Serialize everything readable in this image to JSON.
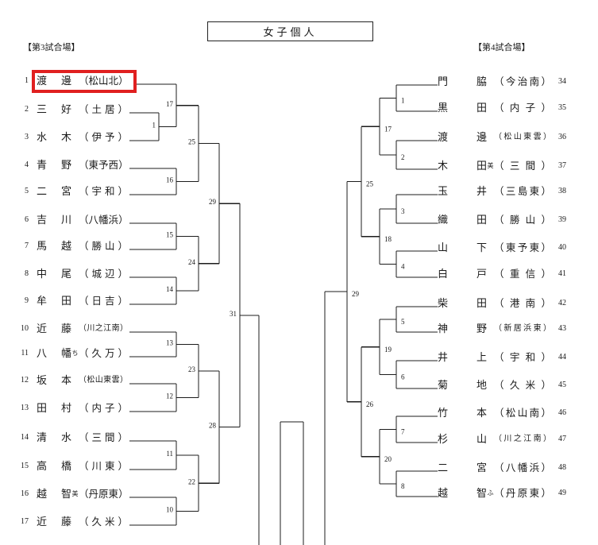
{
  "title": "女子個人",
  "left_venue_label": "【第3試合場】",
  "right_venue_label": "【第4試合場】",
  "highlight_color": "#e02020",
  "line_color": "#1c1c1c",
  "left_entries": [
    {
      "seed": "1",
      "name": "渡邊",
      "small": "",
      "school": "（松山北）",
      "highlighted": true
    },
    {
      "seed": "2",
      "name": "三好",
      "small": "",
      "school": "（土居）",
      "highlighted": false
    },
    {
      "seed": "3",
      "name": "水木",
      "small": "",
      "school": "（伊予）",
      "highlighted": false
    },
    {
      "seed": "4",
      "name": "青野",
      "small": "",
      "school": "（東予西）",
      "highlighted": false
    },
    {
      "seed": "5",
      "name": "二宮",
      "small": "",
      "school": "（宇和）",
      "highlighted": false
    },
    {
      "seed": "6",
      "name": "吉川",
      "small": "",
      "school": "（八幡浜）",
      "highlighted": false
    },
    {
      "seed": "7",
      "name": "馬越",
      "small": "",
      "school": "（勝山）",
      "highlighted": false
    },
    {
      "seed": "8",
      "name": "中尾",
      "small": "",
      "school": "（城辺）",
      "highlighted": false
    },
    {
      "seed": "9",
      "name": "牟田",
      "small": "",
      "school": "（日吉）",
      "highlighted": false
    },
    {
      "seed": "10",
      "name": "近藤",
      "small": "",
      "school": "（川之江南）",
      "highlighted": false
    },
    {
      "seed": "11",
      "name": "八幡",
      "small": "ち",
      "school": "（久万）",
      "highlighted": false
    },
    {
      "seed": "12",
      "name": "坂本",
      "small": "",
      "school": "（松山東雲）",
      "highlighted": false
    },
    {
      "seed": "13",
      "name": "田村",
      "small": "",
      "school": "（内子）",
      "highlighted": false
    },
    {
      "seed": "14",
      "name": "清水",
      "small": "",
      "school": "（三間）",
      "highlighted": false
    },
    {
      "seed": "15",
      "name": "高橋",
      "small": "",
      "school": "（川東）",
      "highlighted": false
    },
    {
      "seed": "16",
      "name": "越智",
      "small": "美",
      "school": "（丹原東）",
      "highlighted": false
    },
    {
      "seed": "17",
      "name": "近藤",
      "small": "",
      "school": "（久米）",
      "highlighted": false
    }
  ],
  "right_entries": [
    {
      "seed": "34",
      "name": "門脇",
      "small": "",
      "school": "（今治南）",
      "highlighted": false
    },
    {
      "seed": "35",
      "name": "黒田",
      "small": "",
      "school": "（内子）",
      "highlighted": false
    },
    {
      "seed": "36",
      "name": "渡邊",
      "small": "",
      "school": "（松山東雲）",
      "highlighted": false
    },
    {
      "seed": "37",
      "name": "木田",
      "small": "美",
      "school": "（三間）",
      "highlighted": false
    },
    {
      "seed": "38",
      "name": "玉井",
      "small": "",
      "school": "（三島東）",
      "highlighted": false
    },
    {
      "seed": "39",
      "name": "織田",
      "small": "",
      "school": "（勝山）",
      "highlighted": false
    },
    {
      "seed": "40",
      "name": "山下",
      "small": "",
      "school": "（東予東）",
      "highlighted": false
    },
    {
      "seed": "41",
      "name": "白戸",
      "small": "",
      "school": "（重信）",
      "highlighted": false
    },
    {
      "seed": "42",
      "name": "柴田",
      "small": "",
      "school": "（港南）",
      "highlighted": false
    },
    {
      "seed": "43",
      "name": "神野",
      "small": "",
      "school": "（新居浜東）",
      "highlighted": false
    },
    {
      "seed": "44",
      "name": "井上",
      "small": "",
      "school": "（宇和）",
      "highlighted": false
    },
    {
      "seed": "45",
      "name": "菊地",
      "small": "",
      "school": "（久米）",
      "highlighted": false
    },
    {
      "seed": "46",
      "name": "竹本",
      "small": "",
      "school": "（松山南）",
      "highlighted": false
    },
    {
      "seed": "47",
      "name": "杉山",
      "small": "",
      "school": "（川之江南）",
      "highlighted": false
    },
    {
      "seed": "48",
      "name": "二宮",
      "small": "",
      "school": "（八幡浜）",
      "highlighted": false
    },
    {
      "seed": "49",
      "name": "越智",
      "small": "ふ",
      "school": "（丹原東）",
      "highlighted": false
    }
  ],
  "left_matches": [
    {
      "id": "M1",
      "label": "1",
      "a": "E1",
      "b": "E2",
      "final": false
    },
    {
      "id": "M17",
      "label": "17",
      "a": "E0",
      "b": "M1",
      "final": false
    },
    {
      "id": "M16",
      "label": "16",
      "a": "E3",
      "b": "E4",
      "final": false
    },
    {
      "id": "M15",
      "label": "15",
      "a": "E5",
      "b": "E6",
      "final": false
    },
    {
      "id": "M14",
      "label": "14",
      "a": "E7",
      "b": "E8",
      "final": false
    },
    {
      "id": "M13",
      "label": "13",
      "a": "E9",
      "b": "E10",
      "final": false
    },
    {
      "id": "M12",
      "label": "12",
      "a": "E11",
      "b": "E12",
      "final": false
    },
    {
      "id": "M11",
      "label": "11",
      "a": "E13",
      "b": "E14",
      "final": false
    },
    {
      "id": "M10",
      "label": "10",
      "a": "E15",
      "b": "E16",
      "final": false
    },
    {
      "id": "M25",
      "label": "25",
      "a": "M17",
      "b": "M16",
      "final": false
    },
    {
      "id": "M24",
      "label": "24",
      "a": "M15",
      "b": "M14",
      "final": false
    },
    {
      "id": "M23",
      "label": "23",
      "a": "M13",
      "b": "M12",
      "final": false
    },
    {
      "id": "M22",
      "label": "22",
      "a": "M11",
      "b": "M10",
      "final": false
    },
    {
      "id": "M29",
      "label": "29",
      "a": "M25",
      "b": "M24",
      "final": false
    },
    {
      "id": "M28",
      "label": "28",
      "a": "M23",
      "b": "M22",
      "final": false
    },
    {
      "id": "M31",
      "label": "31",
      "a": "M29",
      "b": "M28",
      "final": true
    }
  ],
  "right_matches": [
    {
      "id": "M1",
      "label": "1",
      "a": "E0",
      "b": "E1",
      "final": false
    },
    {
      "id": "M2",
      "label": "2",
      "a": "E2",
      "b": "E3",
      "final": false
    },
    {
      "id": "M3",
      "label": "3",
      "a": "E4",
      "b": "E5",
      "final": false
    },
    {
      "id": "M4",
      "label": "4",
      "a": "E6",
      "b": "E7",
      "final": false
    },
    {
      "id": "M5",
      "label": "5",
      "a": "E8",
      "b": "E9",
      "final": false
    },
    {
      "id": "M6",
      "label": "6",
      "a": "E10",
      "b": "E11",
      "final": false
    },
    {
      "id": "M7",
      "label": "7",
      "a": "E12",
      "b": "E13",
      "final": false
    },
    {
      "id": "M8",
      "label": "8",
      "a": "E14",
      "b": "E15",
      "final": false
    },
    {
      "id": "M17",
      "label": "17",
      "a": "M1",
      "b": "M2",
      "final": false
    },
    {
      "id": "M18",
      "label": "18",
      "a": "M3",
      "b": "M4",
      "final": false
    },
    {
      "id": "M19",
      "label": "19",
      "a": "M5",
      "b": "M6",
      "final": false
    },
    {
      "id": "M20",
      "label": "20",
      "a": "M7",
      "b": "M8",
      "final": false
    },
    {
      "id": "M25",
      "label": "25",
      "a": "M17",
      "b": "M18",
      "final": false
    },
    {
      "id": "M26",
      "label": "26",
      "a": "M19",
      "b": "M20",
      "final": false
    },
    {
      "id": "M29",
      "label": "29",
      "a": "M25",
      "b": "M26",
      "final": true
    }
  ]
}
